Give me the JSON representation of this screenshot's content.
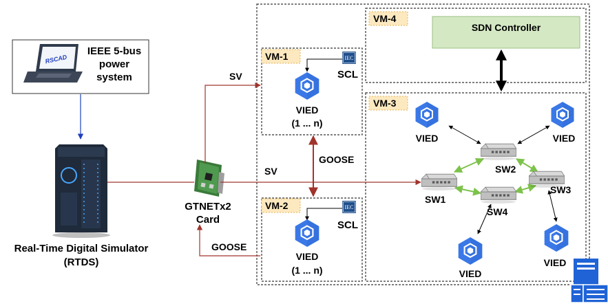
{
  "power_system": {
    "line1": "IEEE 5-bus",
    "line2": "power",
    "line3": "system",
    "laptop_brand": "RSCAD"
  },
  "rtds": {
    "line1": "Real-Time Digital Simulator",
    "line2": "(RTDS)"
  },
  "card": {
    "line1": "GTNETx2",
    "line2": "Card"
  },
  "links": {
    "sv_top": "SV",
    "sv_mid": "SV",
    "goose_bottom": "GOOSE",
    "goose_vm": "GOOSE"
  },
  "vm1": {
    "tag": "VM-1",
    "vied_line1": "VIED",
    "vied_line2": "(1 ... n)",
    "scl": "SCL",
    "iec": "IEC"
  },
  "vm2": {
    "tag": "VM-2",
    "vied_line1": "VIED",
    "vied_line2": "(1 ... n)",
    "scl": "SCL",
    "iec": "IEC"
  },
  "vm3": {
    "tag": "VM-3"
  },
  "vm4": {
    "tag": "VM-4",
    "controller": "SDN Controller"
  },
  "switches": [
    "SW1",
    "SW2",
    "SW3",
    "SW4"
  ],
  "vieds": [
    "VIED",
    "VIED",
    "VIED",
    "VIED"
  ],
  "colors": {
    "sv_line": "#a0342c",
    "blue_arrow": "#1f3fbf",
    "green": "#7dc24a",
    "controller_fill": "#d5e8c4",
    "vm_tag_fill": "#fde9c0",
    "hex_blue": "#3b78e7"
  }
}
